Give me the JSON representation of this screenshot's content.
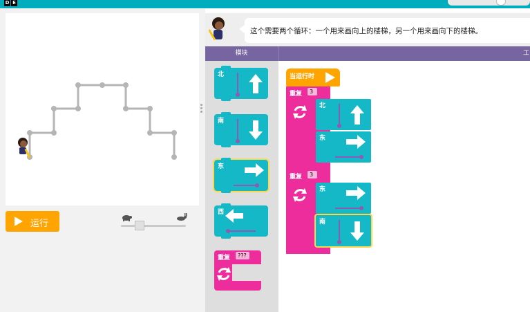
{
  "topbar": {
    "logo_letters": [
      "D",
      "E"
    ]
  },
  "stage": {
    "path_color": "#b5b5b5",
    "artist": "artist-character"
  },
  "controls": {
    "run_label": "运行",
    "speed_slow_icon": "turtle-icon",
    "speed_fast_icon": "rabbit-icon",
    "speed_level": 0.25
  },
  "instructions": {
    "text": "这个需要两个循环：一个用来画向上的楼梯，另一个用来画向下的楼梯。"
  },
  "header": {
    "blocks_title": "模块",
    "workspace_title": "工"
  },
  "toolbox": {
    "blocks": [
      {
        "label": "北",
        "arrow": "up"
      },
      {
        "label": "南",
        "arrow": "down"
      },
      {
        "label": "东",
        "arrow": "right"
      },
      {
        "label": "西",
        "arrow": "left"
      },
      {
        "label": "重复",
        "count": "???"
      }
    ]
  },
  "workspace": {
    "when_run": "当运行时",
    "loop1": {
      "label": "重复",
      "count": "3",
      "steps": [
        "北",
        "东"
      ]
    },
    "loop2": {
      "label": "重复",
      "count": "3",
      "steps": [
        "东",
        "南"
      ]
    }
  },
  "colors": {
    "accent": "#00adbc",
    "header": "#7665a0",
    "direction_block": "#14b8c6",
    "repeat_block": "#ee2d9d",
    "run_button": "#ffa400",
    "selection": "#ffd84a"
  }
}
